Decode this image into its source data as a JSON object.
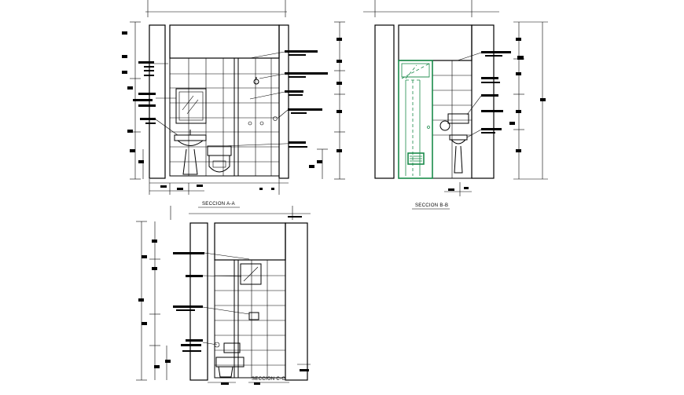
{
  "sections": {
    "a": {
      "label": "SECCION A-A"
    },
    "b": {
      "label": "SECCION B-B"
    },
    "c": {
      "label": "SECCION C-C"
    }
  }
}
